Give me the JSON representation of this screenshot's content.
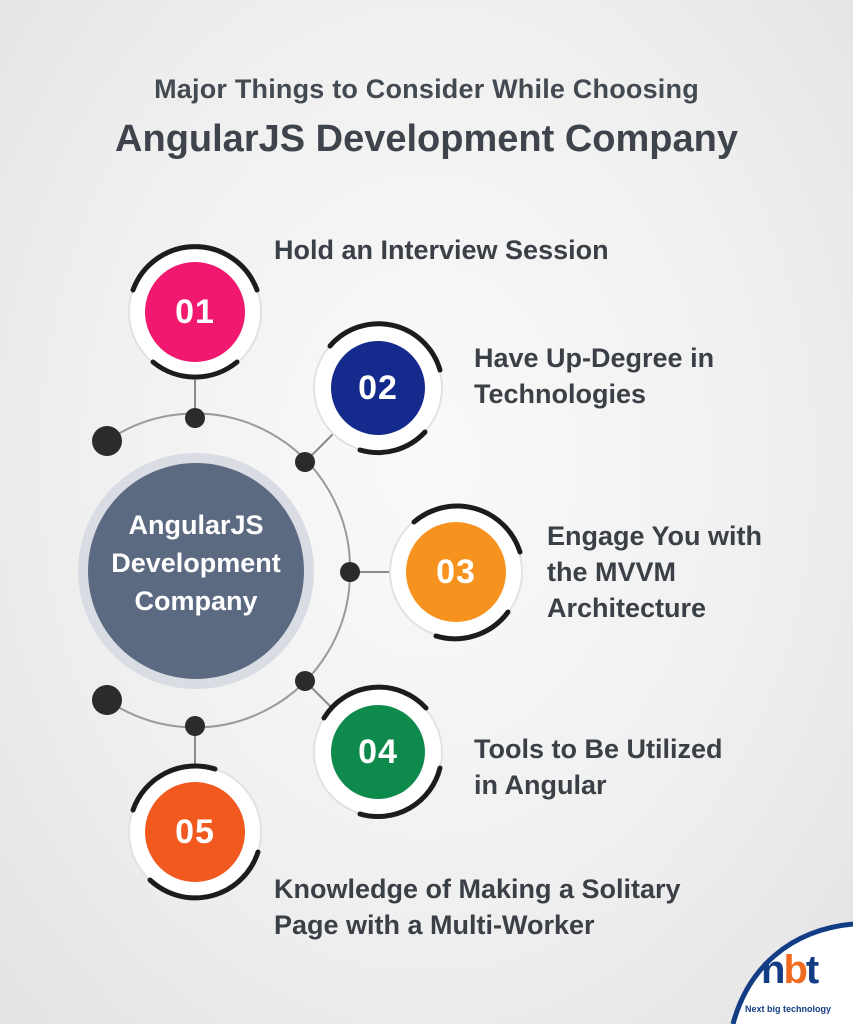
{
  "title": {
    "line1": "Major Things to Consider While Choosing",
    "line2": "AngularJS Development Company"
  },
  "center": {
    "line1": "AngularJS",
    "line2": "Development",
    "line3": "Company",
    "color": "#5b6a80"
  },
  "items": [
    {
      "number": "01",
      "line1": "Hold an Interview Session",
      "line2": "",
      "line3": "",
      "color": "#f0196f"
    },
    {
      "number": "02",
      "line1": "Have Up-Degree in",
      "line2": "Technologies",
      "line3": "",
      "color": "#142a8c"
    },
    {
      "number": "03",
      "line1": "Engage You with",
      "line2": "the MVVM",
      "line3": "Architecture",
      "color": "#f6931f"
    },
    {
      "number": "04",
      "line1": "Tools to Be Utilized",
      "line2": "in Angular",
      "line3": "",
      "color": "#0f8a4d"
    },
    {
      "number": "05",
      "line1": "Knowledge of Making a Solitary",
      "line2": "Page with a Multi-Worker",
      "line3": "",
      "color": "#f2591f"
    }
  ],
  "logo": {
    "mark_left": "n",
    "mark_mid": "b",
    "mark_right": "t",
    "tagline": "Next big technology",
    "color_primary": "#123d84",
    "color_accent": "#f06a1f"
  }
}
